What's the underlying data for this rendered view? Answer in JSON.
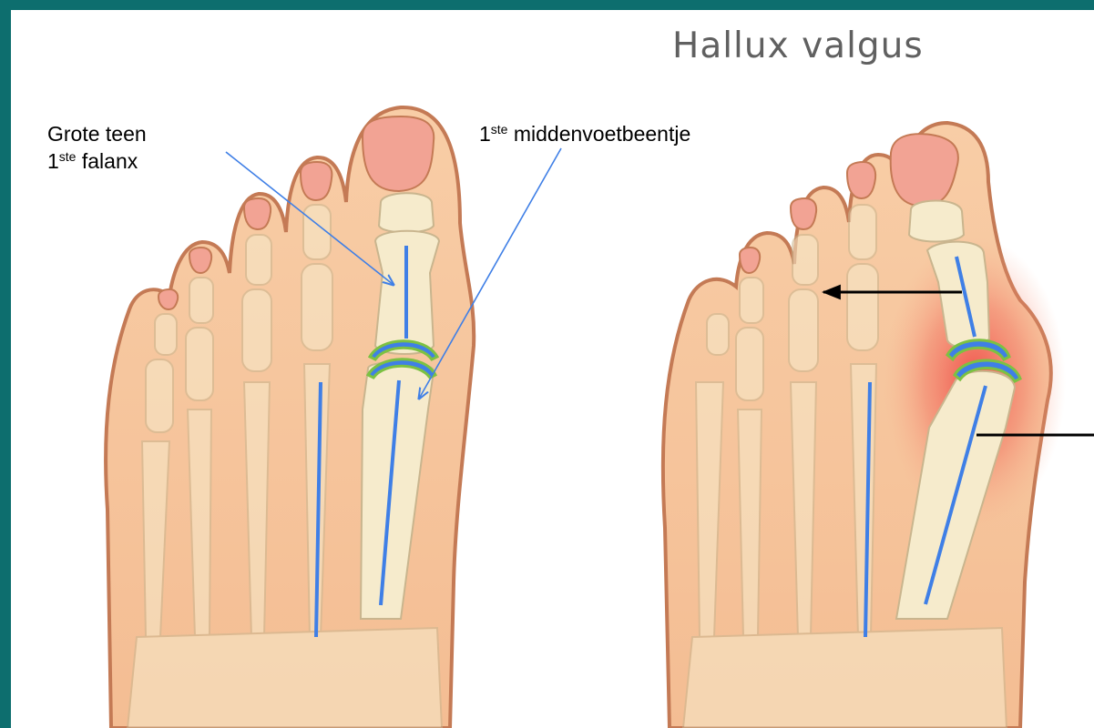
{
  "title": "Hallux valgus",
  "labels": {
    "big_toe": "Grote teen",
    "first_phalanx_sup": "ste",
    "first_phalanx_num": "1",
    "first_phalanx_text": " falanx",
    "metatarsal_num": "1",
    "metatarsal_sup": "ste",
    "metatarsal_text": " middenvoetbeentje"
  },
  "colors": {
    "frame": "#0d6e6e",
    "skin": "#f6c49a",
    "skin_outline": "#c47a55",
    "nail": "#f2a394",
    "bone": "#f6ebcc",
    "bone_outline": "#c9b58e",
    "axis_line": "#3f7fe6",
    "joint_ring": "#7cc142",
    "inflammation": "#ef3b3b",
    "arrow": "#000000"
  }
}
